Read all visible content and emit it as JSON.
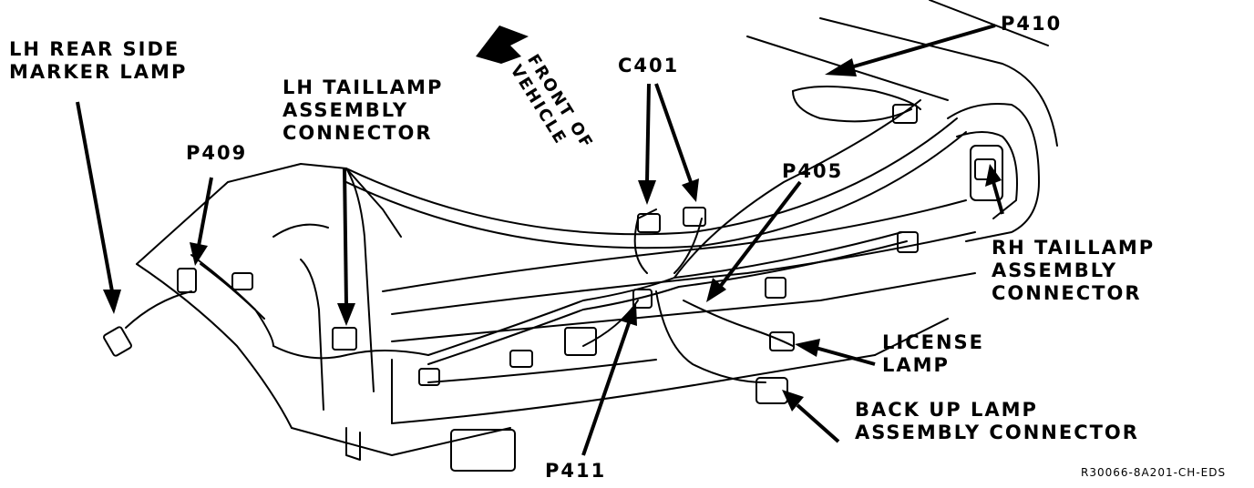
{
  "labels": {
    "lh_rear_side_marker_lamp": "LH REAR SIDE\nMARKER LAMP",
    "p409": "P409",
    "lh_taillamp_assembly_connector": "LH TAILLAMP\nASSEMBLY\nCONNECTOR",
    "front_of_vehicle": "FRONT OF\nVEHICLE",
    "c401": "C401",
    "p410": "P410",
    "p405": "P405",
    "rh_taillamp_assembly_connector": "RH TAILLAMP\nASSEMBLY\nCONNECTOR",
    "license_lamp": "LICENSE\nLAMP",
    "back_up_lamp_assembly_connector": "BACK UP LAMP\nASSEMBLY CONNECTOR",
    "p411": "P411"
  },
  "figure_code": "R30066-8A201-CH-EDS",
  "colors": {
    "ink": "#000000",
    "paper": "#ffffff"
  }
}
